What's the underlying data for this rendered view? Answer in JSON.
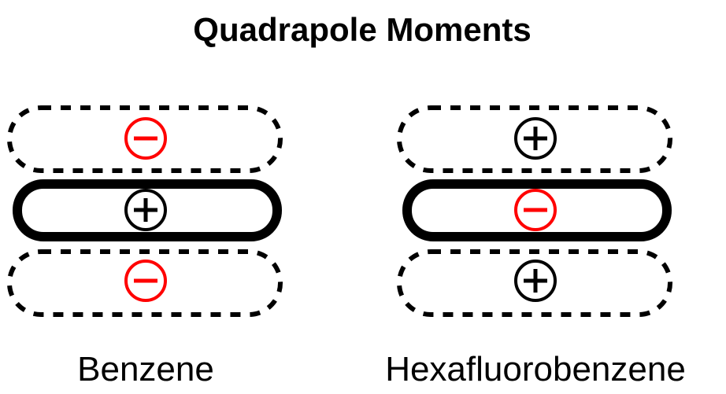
{
  "title": "Quadrapole Moments",
  "colors": {
    "negative": "#ff0000",
    "positive": "#000000"
  },
  "molecules": [
    {
      "name": "Benzene",
      "charges": {
        "top": "negative",
        "ring": "positive",
        "bottom": "negative"
      }
    },
    {
      "name": "Hexafluorobenzene",
      "charges": {
        "top": "positive",
        "ring": "negative",
        "bottom": "positive"
      }
    }
  ]
}
